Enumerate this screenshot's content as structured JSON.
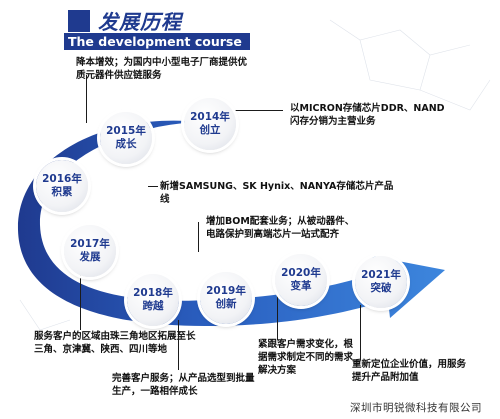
{
  "title": {
    "cn": "发展历程",
    "en": "The development course"
  },
  "colors": {
    "primary": "#1f3a8f",
    "accent": "#2f7fd6",
    "arrow_light": "#4a90e2"
  },
  "milestones": [
    {
      "year": "2014年",
      "keyword": "创立",
      "desc": "以MICRON存储芯片DDR、NAND闪存分销为主营业务"
    },
    {
      "year": "2015年",
      "keyword": "成长",
      "desc": "降本增效；为国内中小型电子厂商提供优质元器件供应链服务"
    },
    {
      "year": "2016年",
      "keyword": "积累",
      "desc": "新增SAMSUNG、SK Hynix、NANYA存储芯片产品线"
    },
    {
      "year": "2017年",
      "keyword": "发展",
      "desc": "增加BOM配套业务；从被动器件、电路保护到高端芯片一站式配齐"
    },
    {
      "year": "2018年",
      "keyword": "跨越",
      "desc": "服务客户的区域由珠三角地区拓展至长三角、京津冀、陕西、四川等地"
    },
    {
      "year": "2019年",
      "keyword": "创新",
      "desc": "完善客户服务；从产品选型到批量生产，一路相伴成长"
    },
    {
      "year": "2020年",
      "keyword": "变革",
      "desc": "紧跟客户需求变化，根据需求制定不同的需求解决方案"
    },
    {
      "year": "2021年",
      "keyword": "突破",
      "desc": "重新定位企业价值，用服务提升产品附加值"
    }
  ],
  "footer": "深圳市明锐微科技有限公司"
}
